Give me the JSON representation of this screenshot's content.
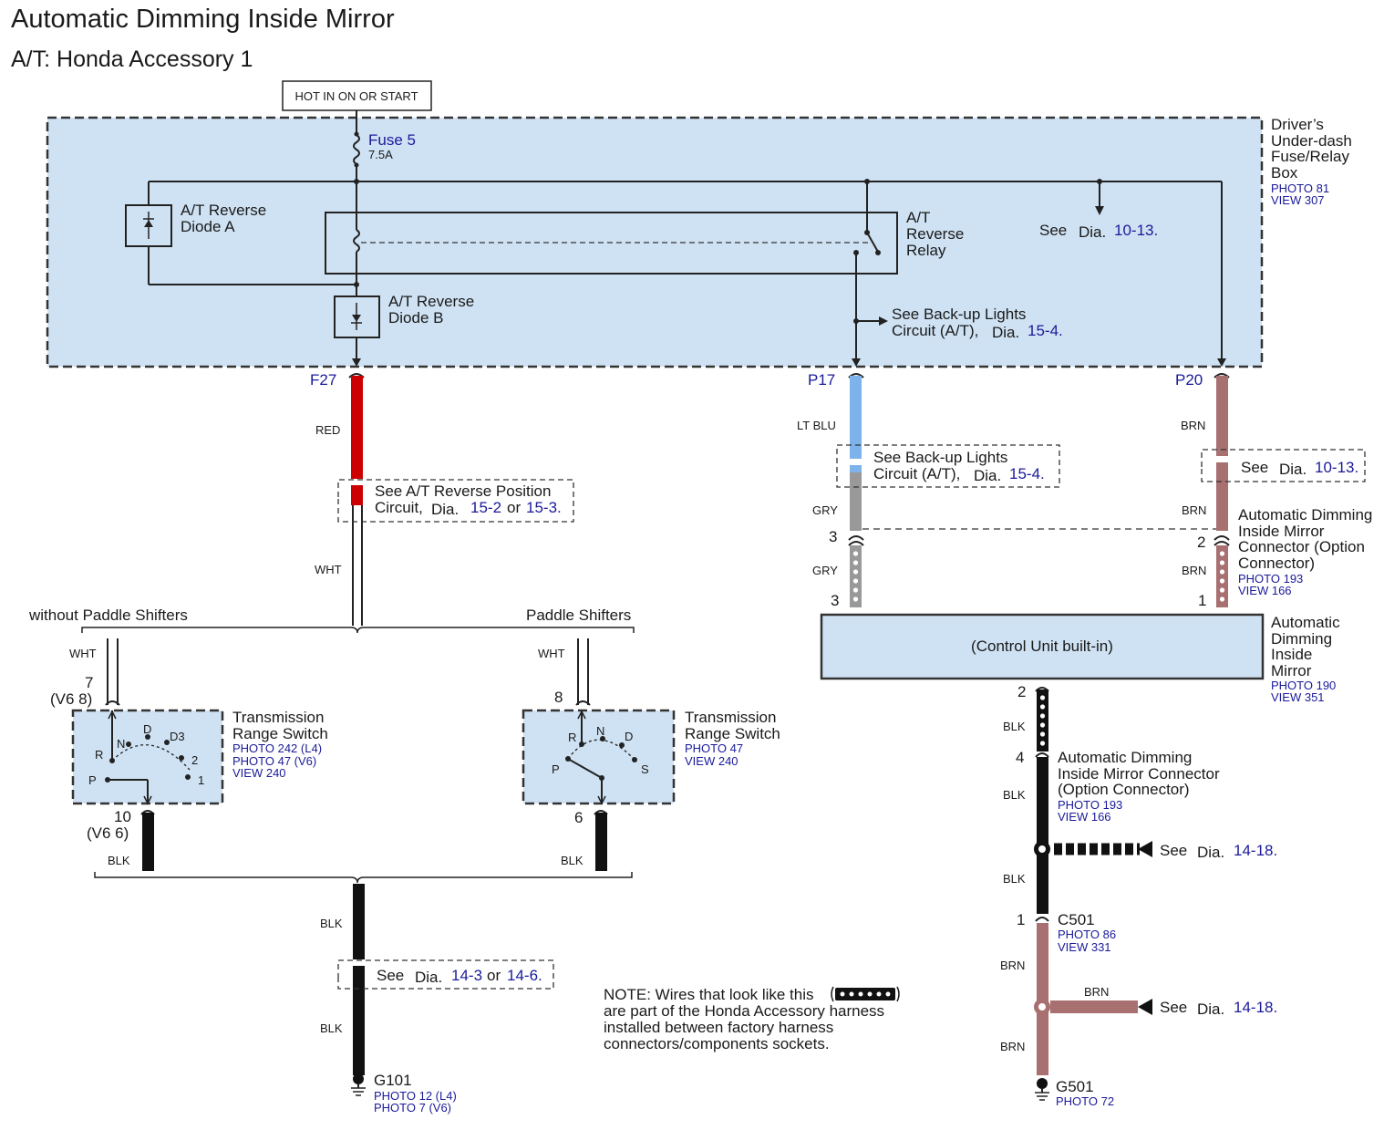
{
  "title": "Automatic Dimming Inside Mirror",
  "subtitle": "A/T: Honda Accessory 1",
  "power_label": "HOT IN ON OR START",
  "fuse": {
    "name": "Fuse 5",
    "rating": "7.5A"
  },
  "fuse_box": {
    "line1": "Driver’s",
    "line2": "Under-dash",
    "line3": "Fuse/Relay",
    "line4": "Box",
    "photo": "PHOTO 81",
    "view": "VIEW 307"
  },
  "diode_a": {
    "line1": "A/T Reverse",
    "line2": "Diode A"
  },
  "diode_b": {
    "line1": "A/T Reverse",
    "line2": "Diode B"
  },
  "relay": {
    "line1": "A/T",
    "line2": "Reverse",
    "line3": "Relay"
  },
  "see_top": {
    "see": "See",
    "dia": "Dia.",
    "ref": "10-13."
  },
  "backup_top": {
    "line1": "See Back-up Lights",
    "line2": "Circuit (A/T),",
    "dia": "Dia.",
    "ref": "15-4."
  },
  "terminals": {
    "f27": "F27",
    "p17": "P17",
    "p20": "P20"
  },
  "wires": {
    "red": "RED",
    "wht": "WHT",
    "ltblu": "LT BLU",
    "gry": "GRY",
    "brn": "BRN",
    "blk": "BLK"
  },
  "reverse_pos": {
    "line1": "See A/T Reverse Position",
    "line2": "Circuit,",
    "dia": "Dia.",
    "ref1": "15-2",
    "or": "or",
    "ref2": "15-3."
  },
  "backup_mid": {
    "line1": "See Back-up Lights",
    "line2": "Circuit (A/T),",
    "dia": "Dia.",
    "ref": "15-4."
  },
  "see_brn": {
    "see": "See",
    "dia": "Dia.",
    "ref": "10-13."
  },
  "mirror_connector": {
    "line1": "Automatic Dimming",
    "line2": "Inside Mirror",
    "line3": "Connector (Option",
    "line4": "Connector)",
    "photo": "PHOTO 193",
    "view": "VIEW 166"
  },
  "pins": {
    "p3a": "3",
    "p3b": "3",
    "p2": "2",
    "p1": "1",
    "m2": "2",
    "m4": "4",
    "c1": "1",
    "t7": "7",
    "t7v6": "(V6 8)",
    "t10": "10",
    "t10v6": "(V6 6)",
    "t8": "8",
    "t6": "6"
  },
  "mirror": {
    "box": "(Control Unit built-in)",
    "line1": "Automatic",
    "line2": "Dimming",
    "line3": "Inside",
    "line4": "Mirror",
    "photo": "PHOTO 190",
    "view": "VIEW 351"
  },
  "variants": {
    "left": "without Paddle Shifters",
    "right": "Paddle Shifters"
  },
  "trs_left": {
    "line1": "Transmission",
    "line2": "Range Switch",
    "photo1": "PHOTO 242 (L4)",
    "photo2": "PHOTO 47 (V6)",
    "view": "VIEW 240",
    "positions": [
      "N",
      "D",
      "D3",
      "R",
      "2",
      "P",
      "1"
    ]
  },
  "trs_right": {
    "line1": "Transmission",
    "line2": "Range Switch",
    "photo": "PHOTO 47",
    "view": "VIEW 240",
    "positions": [
      "R",
      "N",
      "D",
      "P",
      "S"
    ]
  },
  "opt_connector2": {
    "line1": "Automatic Dimming",
    "line2": "Inside Mirror Connector",
    "line3": "(Option Connector)",
    "photo": "PHOTO 193",
    "view": "VIEW 166"
  },
  "see_1418a": {
    "see": "See",
    "dia": "Dia.",
    "ref": "14-18."
  },
  "see_1418b": {
    "see": "See",
    "dia": "Dia.",
    "ref": "14-18."
  },
  "c501": {
    "name": "C501",
    "photo": "PHOTO 86",
    "view": "VIEW 331"
  },
  "g501": {
    "name": "G501",
    "photo": "PHOTO 72"
  },
  "g101": {
    "name": "G101",
    "photo1": "PHOTO 12 (L4)",
    "photo2": "PHOTO 7 (V6)"
  },
  "see_ground": {
    "see": "See",
    "dia": "Dia.",
    "ref1": "14-3",
    "or": "or",
    "ref2": "14-6."
  },
  "note": {
    "line1": "NOTE: Wires that look like this",
    "line2": "are part of the Honda Accessory harness",
    "line3": "installed between factory harness",
    "line4": "connectors/components sockets."
  },
  "colors": {
    "box_fill": "#cfe2f3",
    "red_wire": "#cc0000",
    "ltblu_wire": "#7db3ea",
    "gry_wire": "#999999",
    "brn_wire": "#a87070",
    "blk_wire": "#111111",
    "link_blue": "#1a1a9a"
  }
}
